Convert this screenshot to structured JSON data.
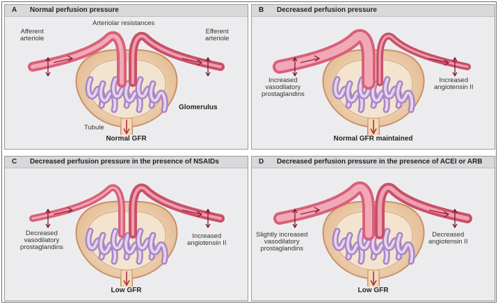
{
  "panels": [
    {
      "letter": "A",
      "title": "Normal perfusion pressure",
      "outcome": "Normal GFR",
      "labels": {
        "afferent": "Afferent\narteriole",
        "efferent": "Efferent\narteriole",
        "resistances": "Arteriolar resistances",
        "glomerulus": "Glomerulus",
        "tubule": "Tubule"
      }
    },
    {
      "letter": "B",
      "title": "Decreased perfusion pressure",
      "outcome": "Normal GFR maintained",
      "labels": {
        "left": "Increased\nvasodilatory\nprostaglandins",
        "right": "Increased\nangiotensin II"
      }
    },
    {
      "letter": "C",
      "title": "Decreased perfusion pressure in the presence of NSAIDs",
      "outcome": "Low GFR",
      "labels": {
        "left": "Decreased\nvasodilatory\nprostaglandins",
        "right": "Increased\nangiotensin II"
      }
    },
    {
      "letter": "D",
      "title": "Decreased perfusion pressure in the presence of ACEI or ARB",
      "outcome": "Low GFR",
      "labels": {
        "left": "Slightly increased\nvasodilatory\nprostaglandins",
        "right": "Decreased\nangiotensin II"
      }
    }
  ]
}
